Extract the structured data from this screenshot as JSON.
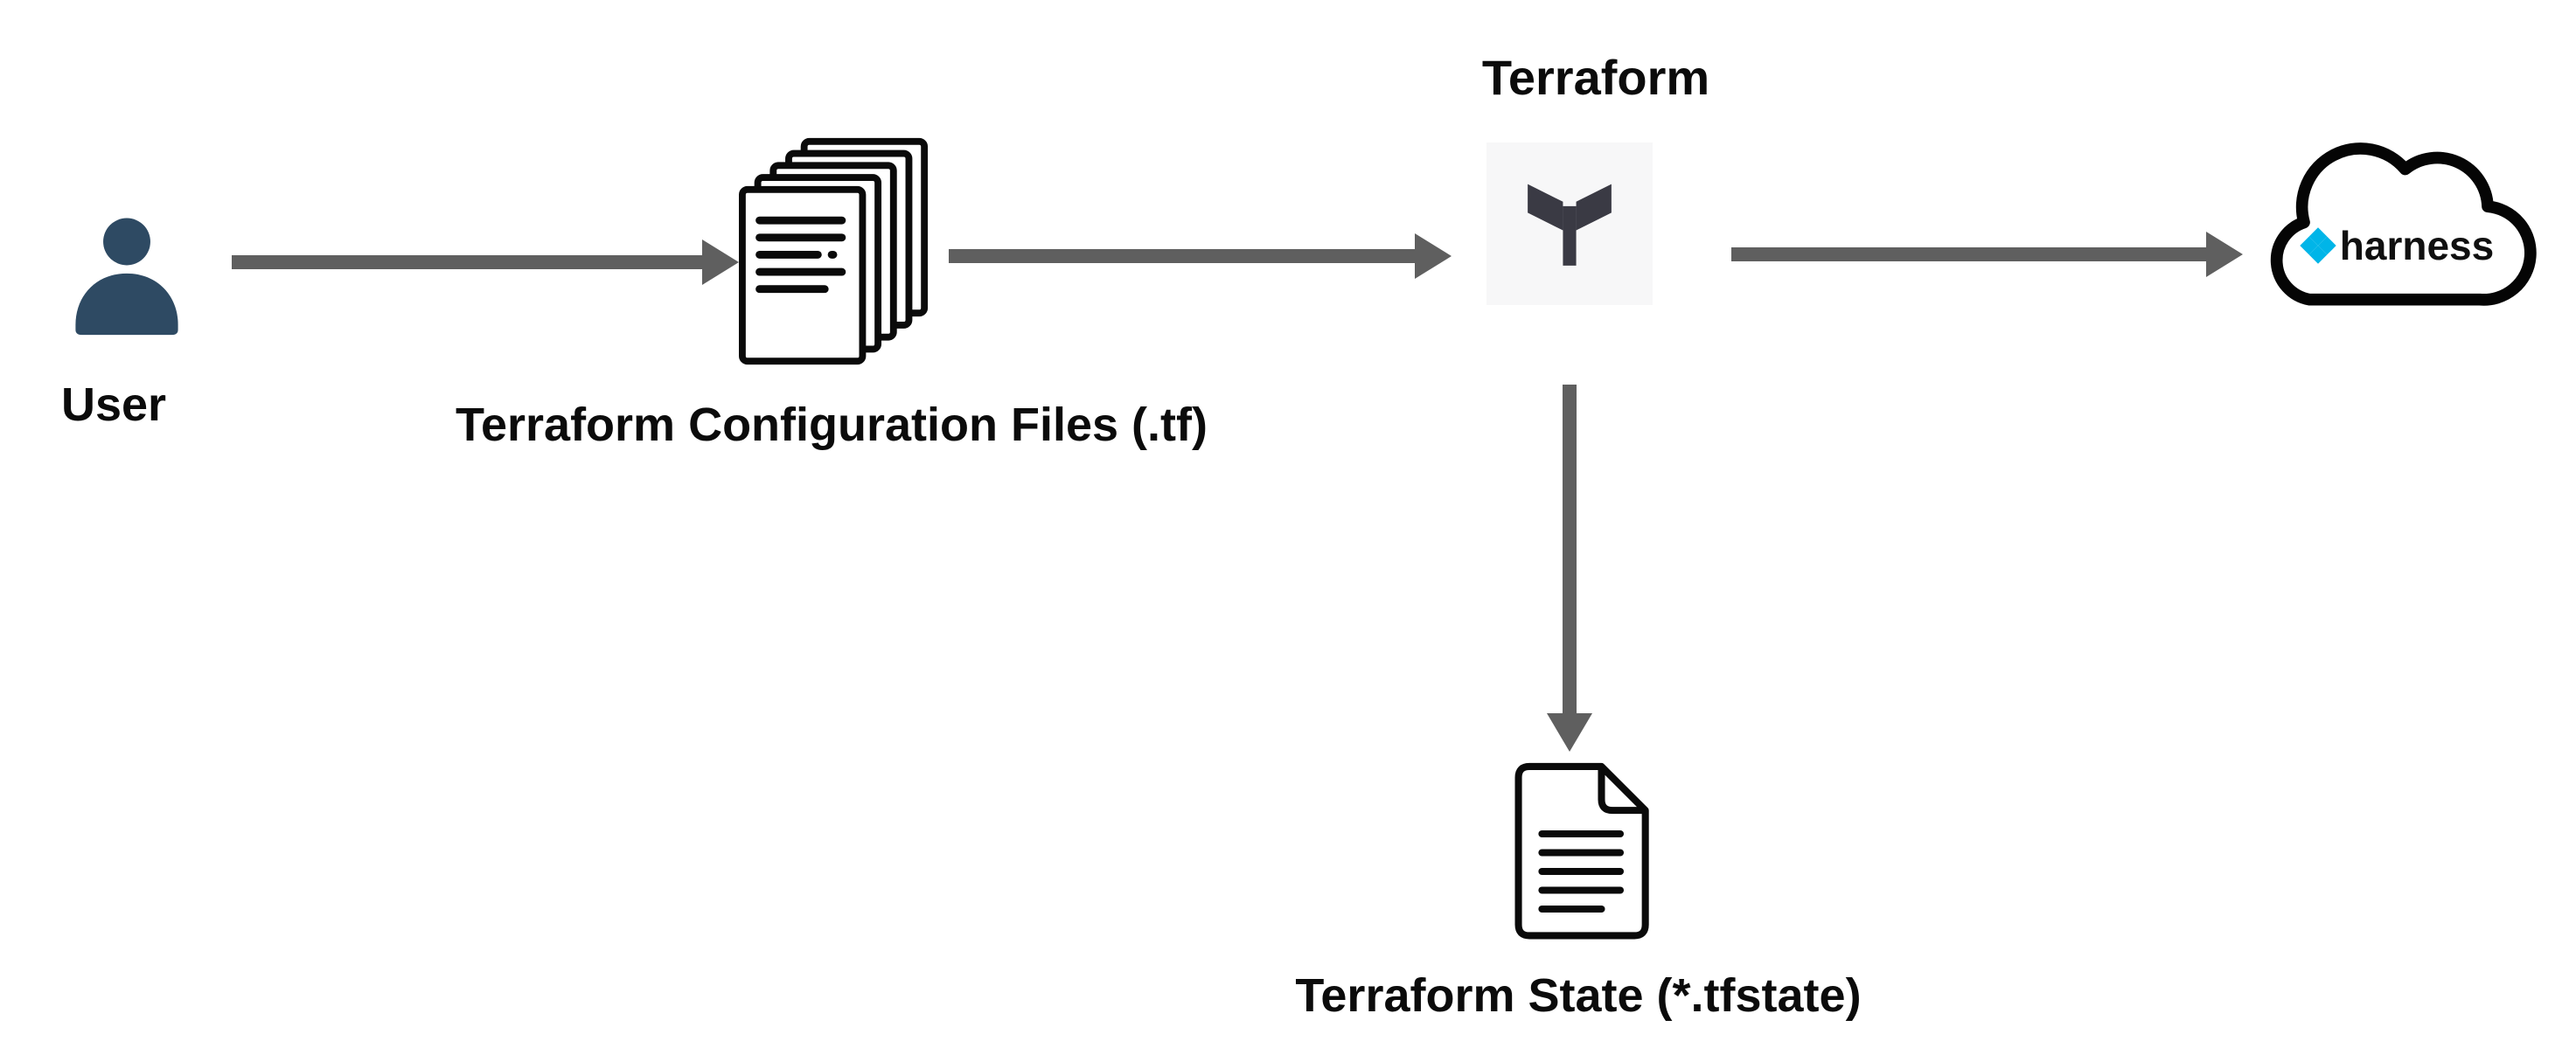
{
  "diagram": {
    "nodes": {
      "user": {
        "label": "User",
        "icon": "person-icon"
      },
      "config_files": {
        "label": "Terraform Configuration Files (.tf)",
        "icon": "document-stack-icon"
      },
      "terraform": {
        "label": "Terraform",
        "icon": "terraform-logo"
      },
      "harness": {
        "label": "harness",
        "icon": "cloud-icon"
      },
      "state_file": {
        "label": "Terraform State (*.tfstate)",
        "icon": "document-icon"
      }
    },
    "edges": [
      {
        "from": "user",
        "to": "config_files",
        "direction": "right"
      },
      {
        "from": "config_files",
        "to": "terraform",
        "direction": "right"
      },
      {
        "from": "terraform",
        "to": "harness",
        "direction": "right"
      },
      {
        "from": "terraform",
        "to": "state_file",
        "direction": "down"
      }
    ],
    "colors": {
      "background": "#ffffff",
      "arrow": "#5f5f5f",
      "user_icon": "#2e4a63",
      "terraform_logo": "#3a3a44",
      "terraform_tile_bg": "#f7f7f8",
      "harness_accent": "#00b5e8",
      "outline": "#0a0a0a",
      "label_text": "#0b0b0b"
    }
  }
}
